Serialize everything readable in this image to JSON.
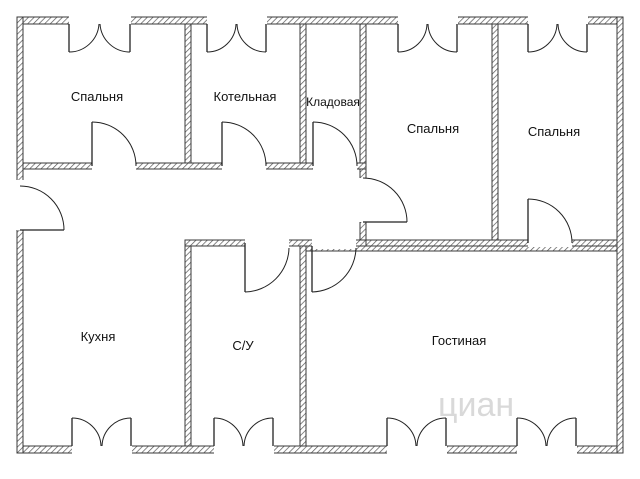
{
  "rooms": {
    "bedroom_1": "Спальня",
    "boiler_room": "Котельная",
    "pantry": "Кладовая",
    "bedroom_2": "Спальня",
    "bedroom_3": "Спальня",
    "kitchen": "Кухня",
    "bathroom": "С/У",
    "living_room": "Гостиная"
  },
  "watermark": "циан"
}
